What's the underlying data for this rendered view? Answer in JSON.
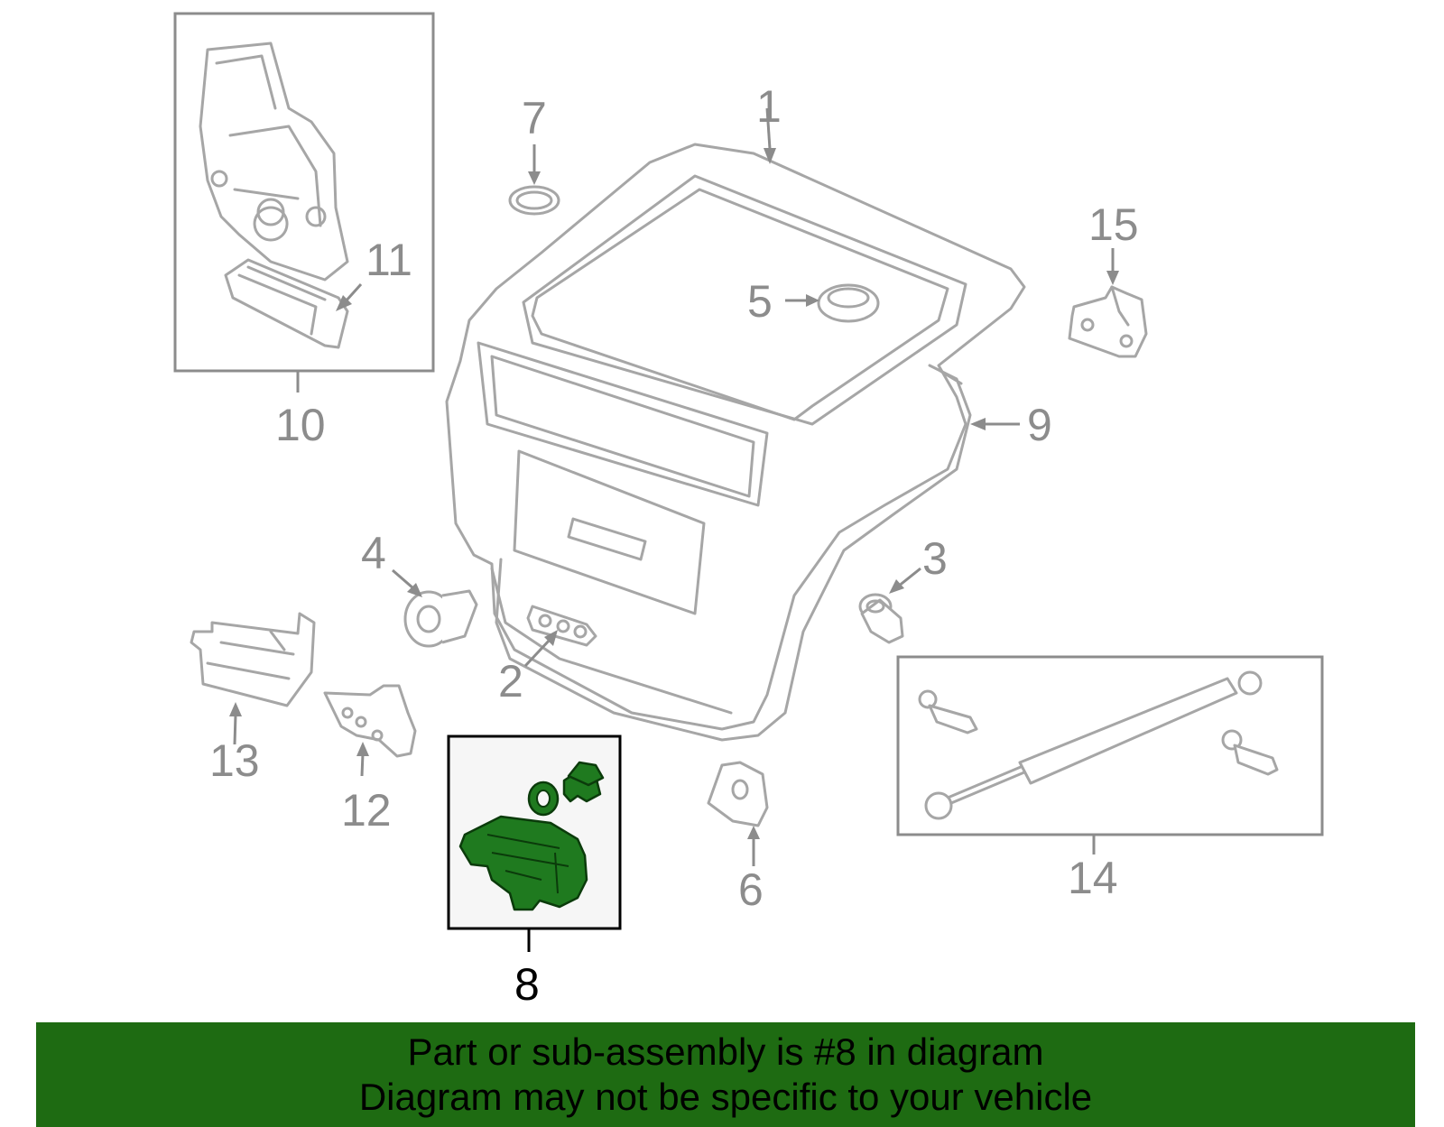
{
  "callouts": {
    "n1": "1",
    "n2": "2",
    "n3": "3",
    "n4": "4",
    "n5": "5",
    "n6": "6",
    "n7": "7",
    "n8": "8",
    "n9": "9",
    "n10": "10",
    "n11": "11",
    "n12": "12",
    "n13": "13",
    "n14": "14",
    "n15": "15"
  },
  "highlight": {
    "part_number": "8",
    "color": "#1f7a1f"
  },
  "banner": {
    "line1": "Part or sub-assembly is #8 in diagram",
    "line2": "Diagram may not be specific to your vehicle",
    "background": "#1e6b12"
  }
}
